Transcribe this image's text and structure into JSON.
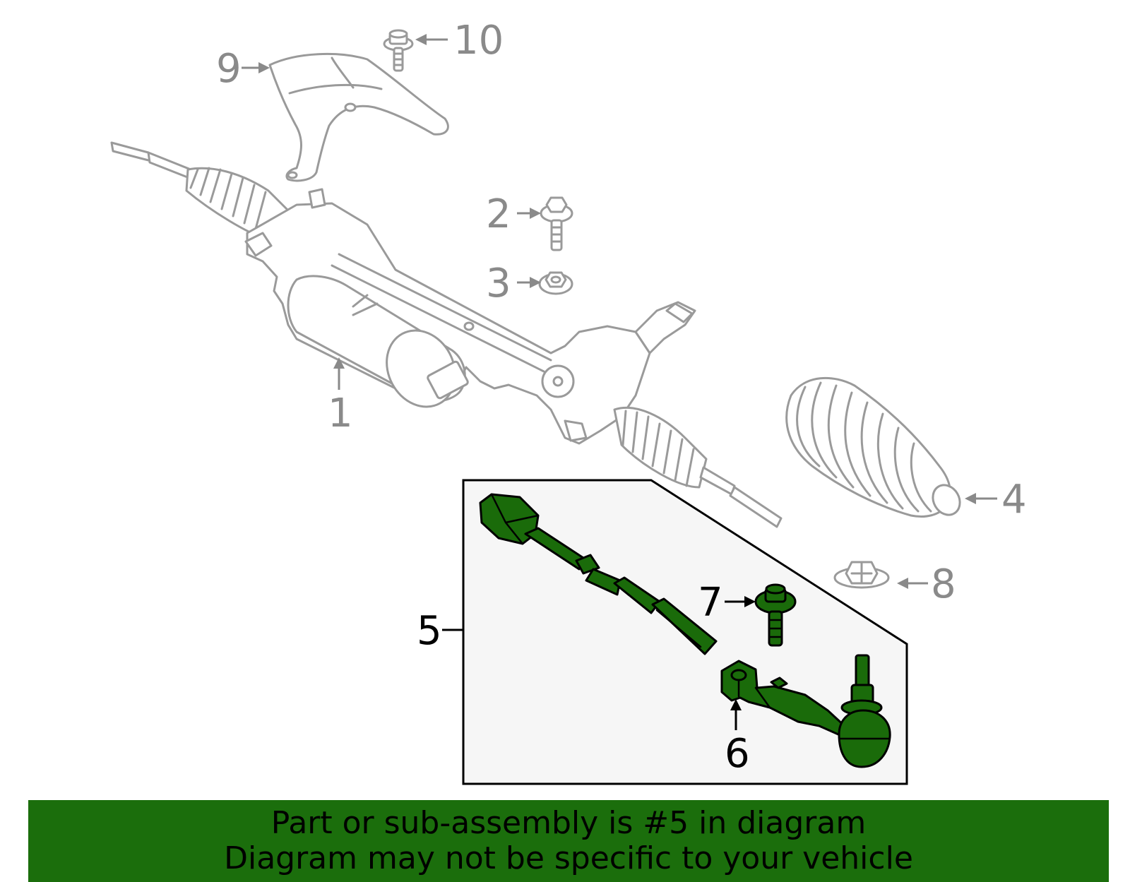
{
  "callouts": {
    "c1": "1",
    "c2": "2",
    "c3": "3",
    "c4": "4",
    "c5": "5",
    "c6": "6",
    "c7": "7",
    "c8": "8",
    "c9": "9",
    "c10": "10"
  },
  "highlight_part": "5",
  "colors": {
    "highlight": "#1b6e0c",
    "outline_grey": "#9a9a9a",
    "inset_bg": "#f6f6f6"
  },
  "banner": {
    "line1": "Part or sub-assembly is #5 in diagram",
    "line2": "Diagram may not be specific to your vehicle"
  }
}
